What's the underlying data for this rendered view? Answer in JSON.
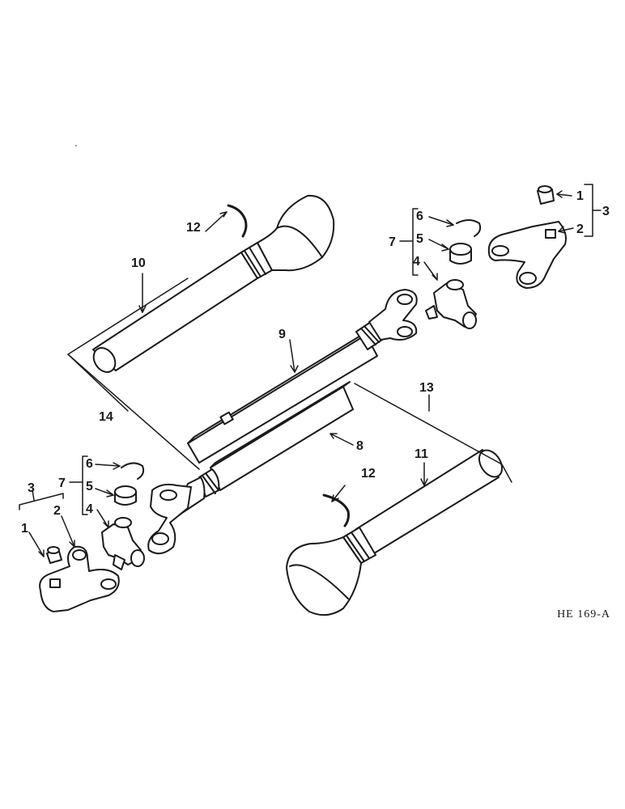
{
  "figure_code": "HE 169-A",
  "callouts": {
    "upper_grease_fitting": "1",
    "upper_yoke": "2",
    "upper_yoke_assembly": "3",
    "upper_cross": "4",
    "upper_bearing_cup": "5",
    "upper_snap_ring": "6",
    "upper_journal_kit": "7",
    "lower_grease_fitting": "1",
    "lower_yoke": "2",
    "lower_yoke_assembly": "3",
    "lower_cross": "4",
    "lower_bearing_cup": "5",
    "lower_snap_ring": "6",
    "lower_journal_kit": "7",
    "inner_shaft": "8",
    "outer_shaft": "9",
    "upper_shield": "10",
    "lower_shield": "11",
    "upper_shield_ring": "12",
    "lower_shield_ring": "12",
    "lower_shaft_assembly": "13",
    "upper_shaft_assembly": "14"
  }
}
